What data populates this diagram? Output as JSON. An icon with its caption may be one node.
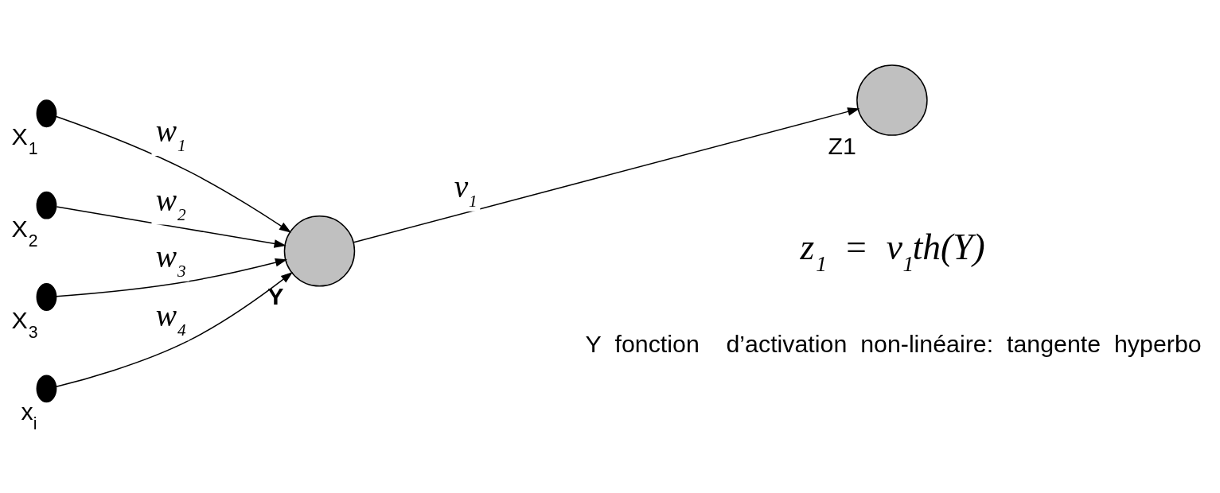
{
  "diagram": {
    "nodes": [
      {
        "text": [],
        "shape": "circle",
        "beside": [
          "X$_{1}$"
        ]
      },
      {
        "text": [],
        "shape": "circle",
        "beside": [
          "X$_{2}$"
        ]
      },
      {
        "text": [],
        "shape": "circle",
        "beside": [
          "X$_{3}$"
        ]
      },
      {
        "text": [],
        "shape": "circle",
        "beside": [
          "x$_{i}$"
        ]
      },
      {
        "text": [],
        "shape": "circle",
        "beside": [
          "Y"
        ]
      },
      {
        "text": [],
        "shape": "circle",
        "beside": [
          "Z1",
          "z$_{1}$ = v$_{1}$th(Y)"
        ]
      }
    ],
    "edges": [
      {
        "from": 0,
        "to": 4,
        "arrow": "to",
        "label": "w$_{1}$"
      },
      {
        "from": 1,
        "to": 4,
        "arrow": "to",
        "label": "w$_{2}$"
      },
      {
        "from": 2,
        "to": 4,
        "arrow": "to",
        "label": "w$_{3}$"
      },
      {
        "from": 3,
        "to": 4,
        "arrow": "to",
        "label": "w$_{4}$"
      },
      {
        "from": 4,
        "to": 5,
        "arrow": "to",
        "label": "v$_{1}$"
      }
    ],
    "labels": [
      "Y fonction  d’activation non-linéaire: tangente hyperbo"
    ]
  }
}
